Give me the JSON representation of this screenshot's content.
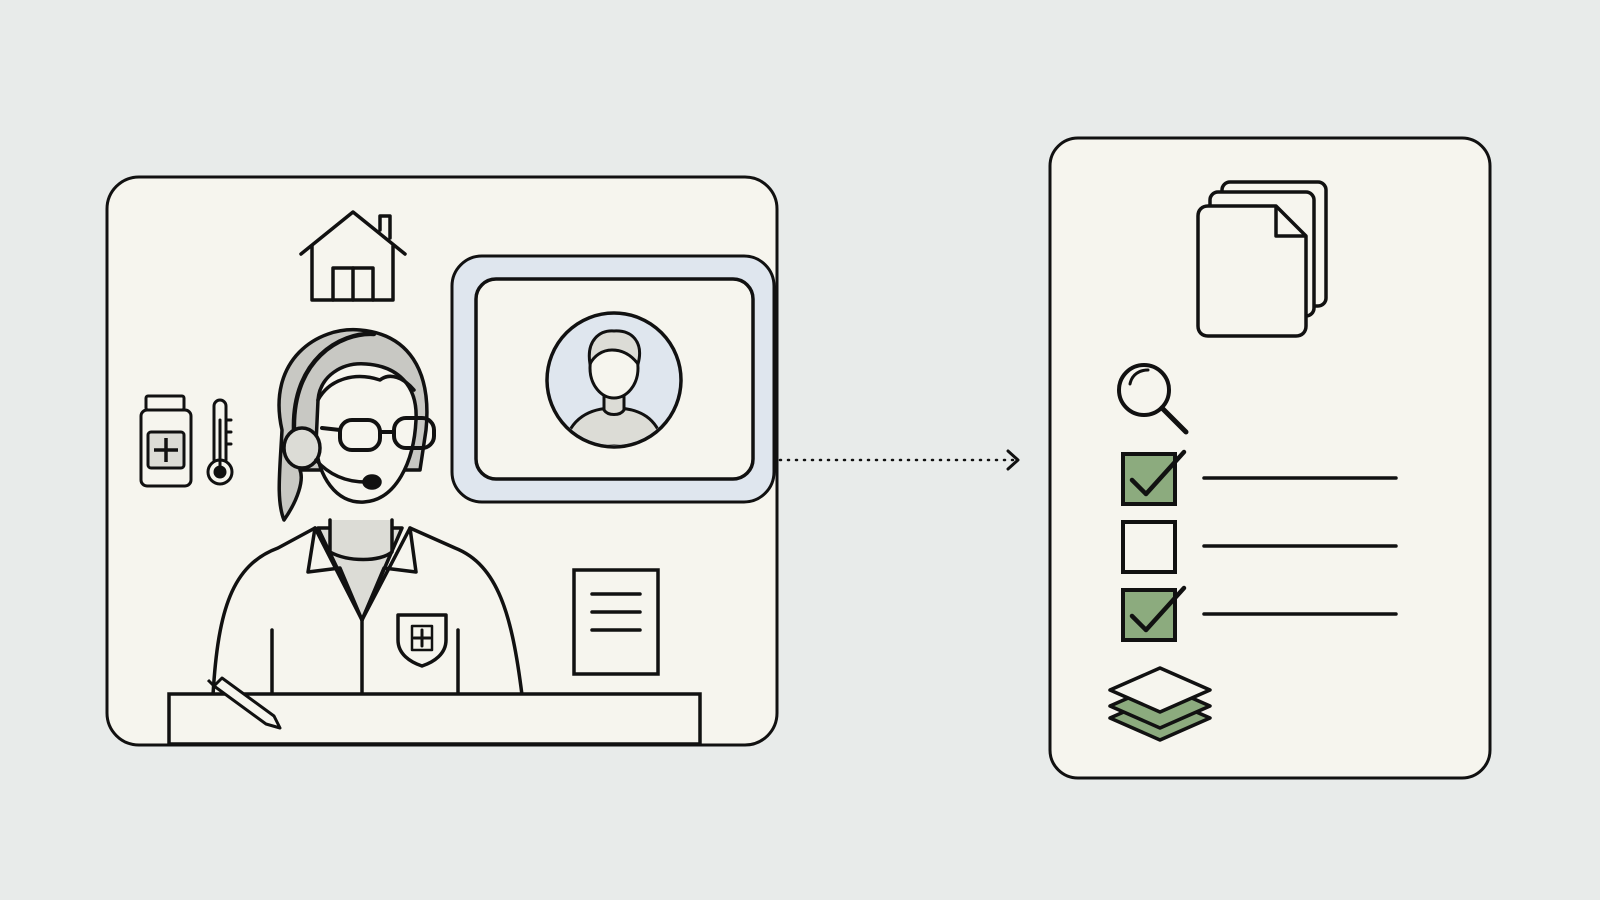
{
  "colors": {
    "background": "#e8ebea",
    "panel_fill": "#f6f5ee",
    "stroke": "#111111",
    "accent_green": "#8cab7e",
    "call_frame_blue": "#dfe6ee",
    "skin_gray": "#dcdcd6",
    "hair_gray": "#c8c8c3"
  },
  "left_panel": {
    "icons": [
      "house-icon",
      "medicine-bottle-icon",
      "thermometer-icon",
      "nurse-with-headset",
      "video-call-window",
      "patient-avatar-icon",
      "document-icon",
      "desk",
      "pen-icon"
    ]
  },
  "connector": {
    "style": "dotted-arrow",
    "direction": "right"
  },
  "right_panel": {
    "icons": [
      "stacked-documents-icon",
      "magnifier-icon",
      "layers-icon"
    ],
    "checklist": [
      {
        "checked": true
      },
      {
        "checked": false
      },
      {
        "checked": true
      }
    ]
  }
}
